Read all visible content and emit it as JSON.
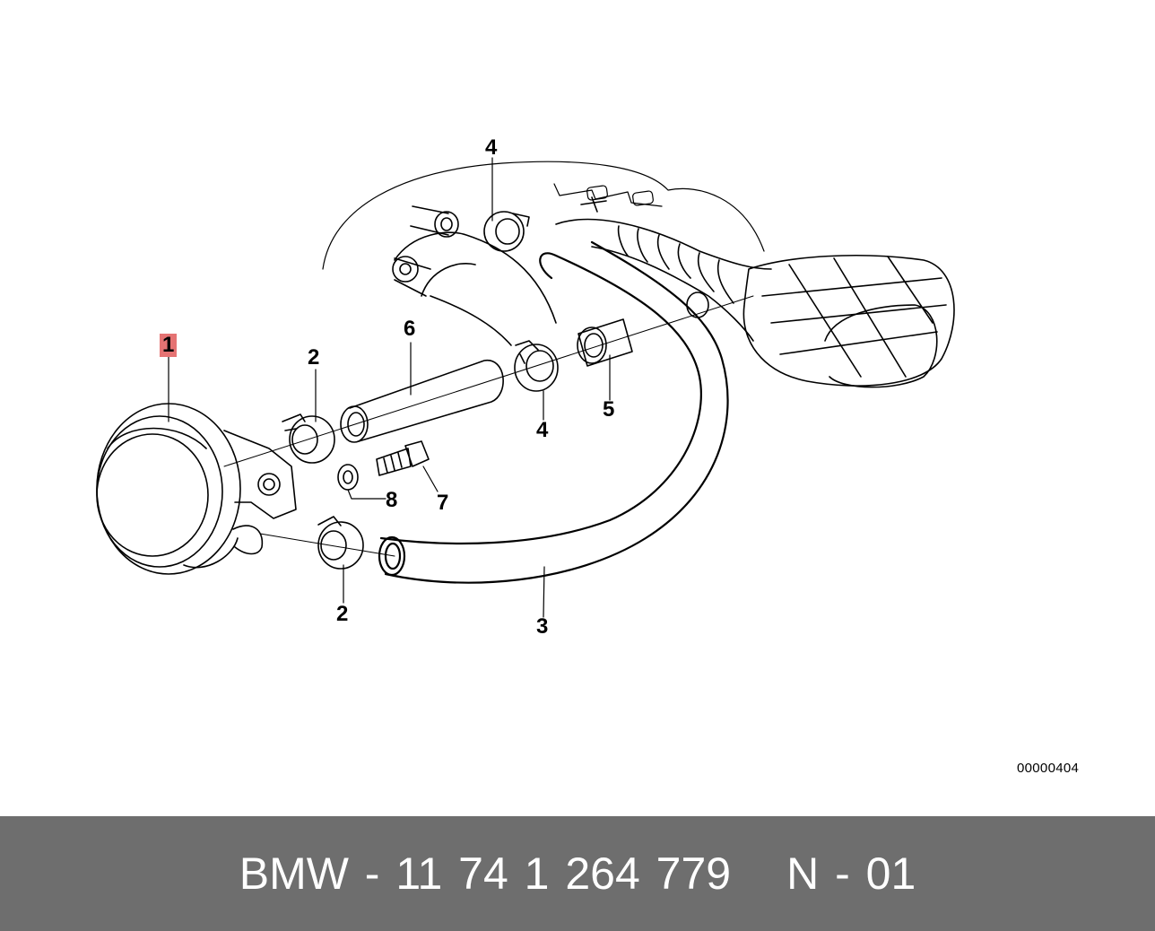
{
  "diagram": {
    "reference_code": "00000404",
    "callouts": [
      {
        "id": "c1",
        "label": "1",
        "highlighted": true
      },
      {
        "id": "c2a",
        "label": "2",
        "highlighted": false
      },
      {
        "id": "c2b",
        "label": "2",
        "highlighted": false
      },
      {
        "id": "c3",
        "label": "3",
        "highlighted": false
      },
      {
        "id": "c4a",
        "label": "4",
        "highlighted": false
      },
      {
        "id": "c4b",
        "label": "4",
        "highlighted": false
      },
      {
        "id": "c5",
        "label": "5",
        "highlighted": false
      },
      {
        "id": "c6",
        "label": "6",
        "highlighted": false
      },
      {
        "id": "c7",
        "label": "7",
        "highlighted": false
      },
      {
        "id": "c8",
        "label": "8",
        "highlighted": false
      }
    ],
    "highlight_color": "#e57373"
  },
  "footer": {
    "part_number": "BMW - 11 74 1 264 779",
    "position_code": "N - 01",
    "background_color": "#6e6e6e",
    "text_color": "#ffffff"
  }
}
